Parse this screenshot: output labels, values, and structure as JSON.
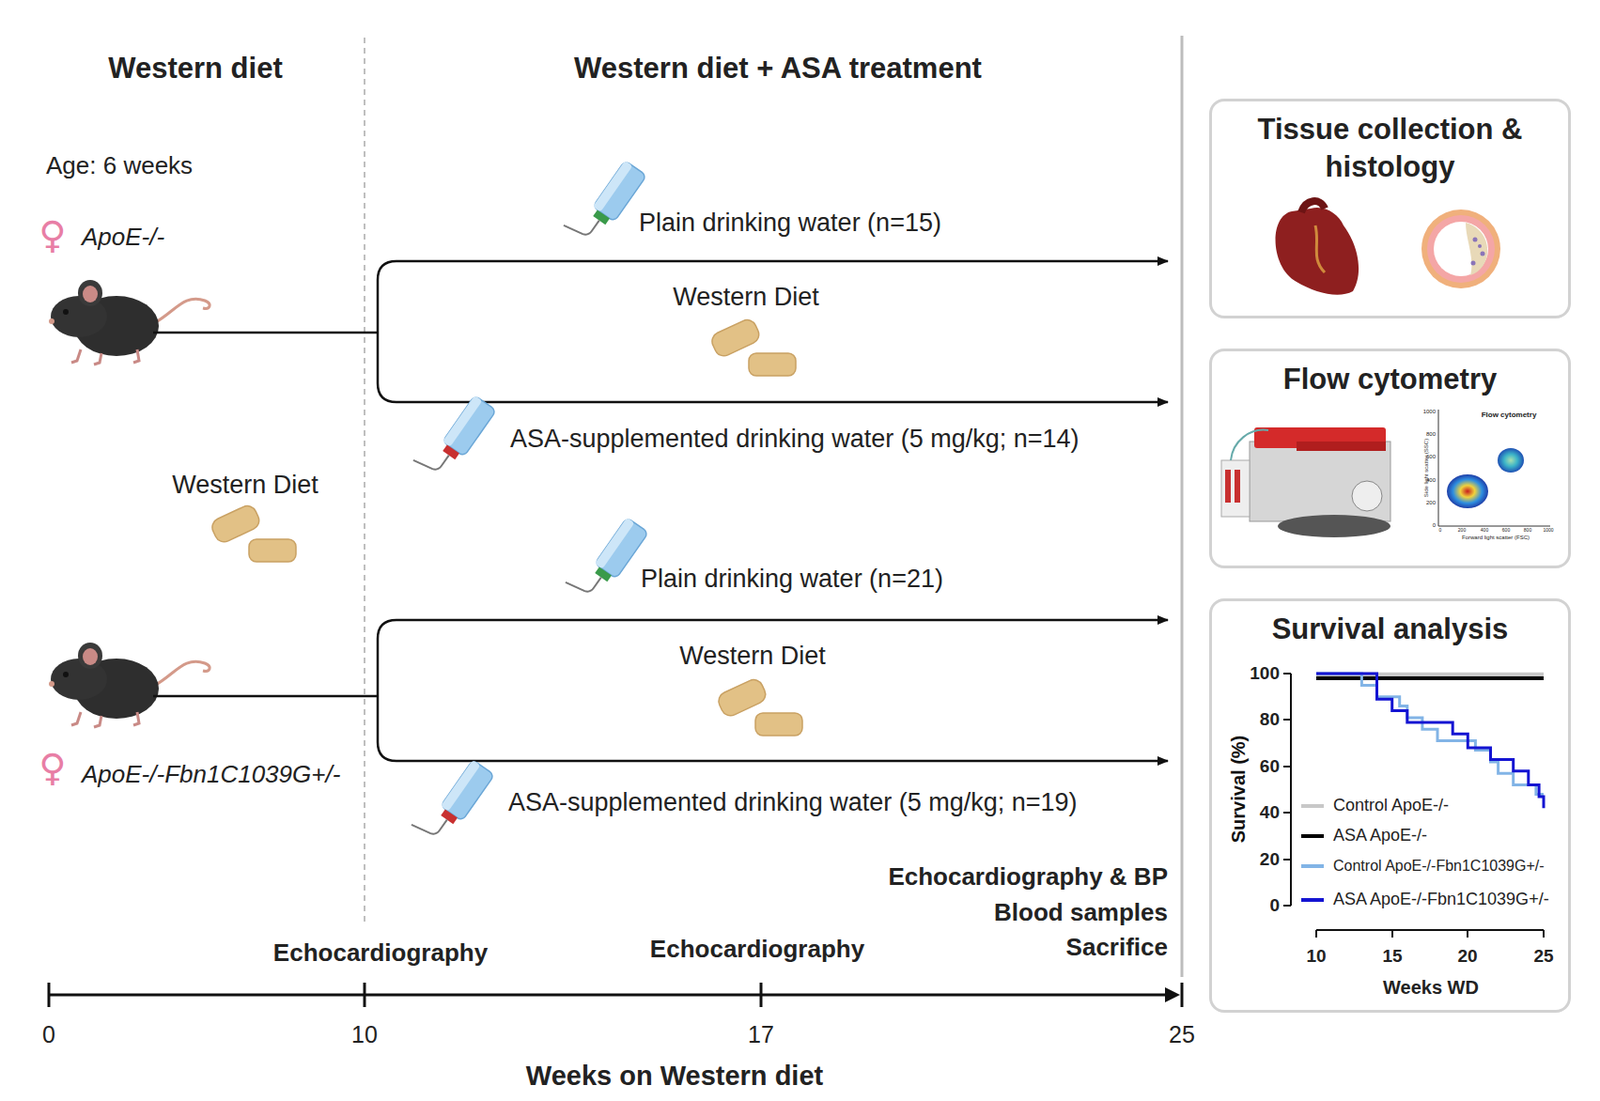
{
  "diagram": {
    "nodes": [
      {
        "text": [
          "Tissue collection & histology"
        ]
      },
      {
        "text": [
          "Flow cytometry"
        ]
      },
      {
        "text": [
          "Survival analysis"
        ]
      }
    ],
    "labels": [
      "Western diet",
      "Western diet + ASA treatment",
      "Age: 6 weeks",
      "♀",
      "ApoE-/-",
      "Plain drinking water (n=15)",
      "Western Diet",
      "ASA-supplemented drinking water (5 mg/kg; n=14)",
      "Western Diet",
      "Plain drinking water (n=21)",
      "Western Diet",
      "ASA-supplemented drinking water (5 mg/kg; n=19)",
      "♀",
      "ApoE-/-Fbn1C1039G+/-",
      "Echocardiography & BP",
      "Blood samples",
      "Sacrifice",
      "Echocardiography",
      "Echocardiography",
      "0",
      "10",
      "17",
      "25",
      "Weeks on Western diet",
      "Flow cytometry",
      "Side light scatter (SSC)",
      "Forward light scatter (FSC)",
      "1000",
      "800",
      "600",
      "400",
      "200",
      "0",
      "0",
      "200",
      "400",
      "600",
      "800",
      "1000",
      "100",
      "80",
      "60",
      "40",
      "20",
      "0",
      "10",
      "15",
      "20",
      "25",
      "Survival (%)",
      "Weeks WD"
    ],
    "legend": [
      {
        "text": "Control ApoE-/-",
        "color": "#c8c8c8"
      },
      {
        "text": "ASA ApoE-/-",
        "color": "#000000"
      },
      {
        "text": "Control ApoE-/-Fbn1C1039G+/-",
        "color": "#82b4e6"
      },
      {
        "text": "ASA ApoE-/-Fbn1C1039G+/-",
        "color": "#1414d2"
      }
    ]
  }
}
